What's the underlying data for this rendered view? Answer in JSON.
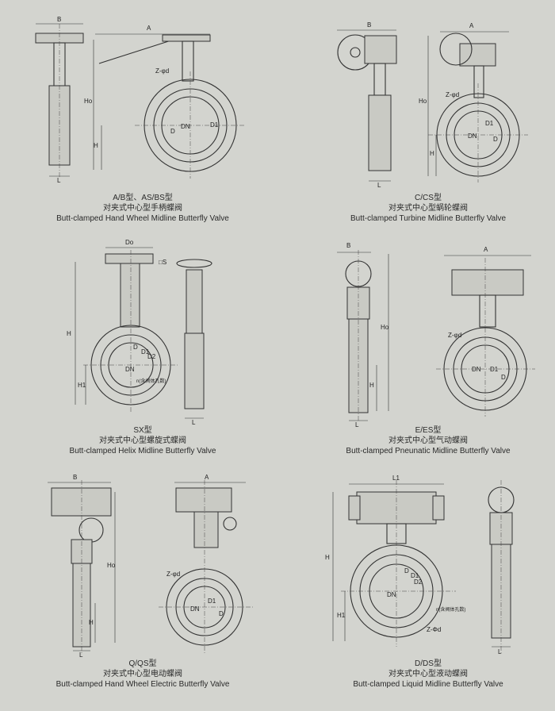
{
  "colors": {
    "background": "#d3d4cf",
    "line": "#333333"
  },
  "panels": [
    {
      "model": "A/B型、AS/BS型",
      "name_cn": "对夹式中心型手柄蝶阀",
      "name_en": "Butt-clamped Hand Wheel Midline Butterfly Valve",
      "labels": {
        "B": "B",
        "A": "A",
        "zd": "Z-φd",
        "Ho": "Ho",
        "H": "H",
        "L": "L",
        "DN": "DN",
        "D": "D",
        "D1": "D1"
      }
    },
    {
      "model": "C/CS型",
      "name_cn": "对夹式中心型蜗轮蝶阀",
      "name_en": "Butt-clamped Turbine Midline Butterfly Valve",
      "labels": {
        "B": "B",
        "A": "A",
        "zd": "Z-φd",
        "Ho": "Ho",
        "H": "H",
        "L": "L",
        "DN": "DN",
        "D": "D",
        "D1": "D1"
      }
    },
    {
      "model": "SX型",
      "name_cn": "对夹式中心型螺旋式蝶阀",
      "name_en": "Butt-clamped Helix Midline Butterfly Valve",
      "labels": {
        "Do": "Do",
        "S": "□S",
        "H": "H",
        "H1": "H1",
        "L": "L",
        "DN": "DN",
        "D": "D",
        "D1": "D1",
        "D2": "D2",
        "n": "n(含阀体孔数)"
      }
    },
    {
      "model": "E/ES型",
      "name_cn": "对夹式中心型气动蝶阀",
      "name_en": "Butt-clamped Pneunatic Midline Butterfly Valve",
      "labels": {
        "B": "B",
        "A": "A",
        "zd": "Z-φd",
        "Ho": "Ho",
        "H": "H",
        "L": "L",
        "DN": "DN",
        "D": "D",
        "D1": "D1"
      }
    },
    {
      "model": "Q/QS型",
      "name_cn": "对夹式中心型电动蝶阀",
      "name_en": "Butt-clamped Hand Wheel Electric Butterfly Valve",
      "labels": {
        "B": "B",
        "A": "A",
        "zd": "Z-φd",
        "Ho": "Ho",
        "H": "H",
        "L": "L",
        "DN": "DN",
        "D": "D",
        "D1": "D1"
      }
    },
    {
      "model": "D/DS型",
      "name_cn": "对夹式中心型液动蝶阀",
      "name_en": "Butt-clamped Liquid Midline Butterfly Valve",
      "labels": {
        "L1": "L1",
        "H": "H",
        "H1": "H1",
        "L": "L",
        "DN": "DN",
        "D": "D",
        "D1": "D1",
        "D2": "D2",
        "n": "n(含阀体孔数)",
        "zd": "Z-Φd"
      }
    }
  ]
}
